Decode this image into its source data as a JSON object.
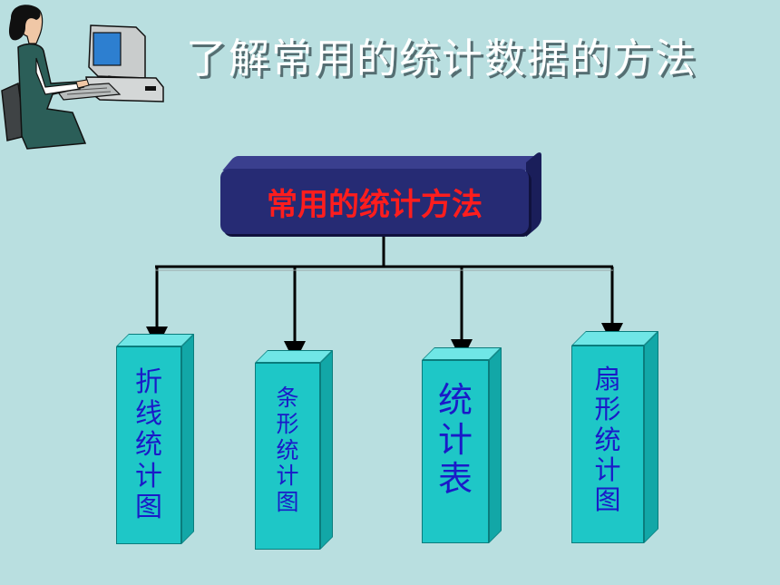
{
  "title": "了解常用的统计数据的方法",
  "root": {
    "label": "常用的统计方法"
  },
  "children": [
    {
      "chars": [
        "折",
        "线",
        "统",
        "计",
        "图"
      ]
    },
    {
      "chars": [
        "条",
        "形",
        "统",
        "计",
        "图"
      ]
    },
    {
      "chars": [
        "统",
        "计",
        "表"
      ]
    },
    {
      "chars": [
        "扇",
        "形",
        "统",
        "计",
        "图"
      ]
    }
  ],
  "colors": {
    "background": "#b9dfe0",
    "root_fill": "#262b74",
    "root_text": "#ff1d1d",
    "child_fill": "#1ec7c7",
    "child_text": "#1a1ac8",
    "title_text": "#ffffff"
  },
  "icons": {
    "clipart": "person-at-computer-icon"
  }
}
